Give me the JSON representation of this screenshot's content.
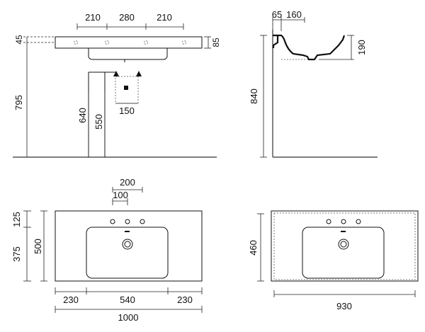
{
  "colors": {
    "line": "#111111",
    "dimension": "#222222",
    "background": "#ffffff"
  },
  "views": {
    "front": {
      "top_dims": [
        "210",
        "280",
        "210"
      ],
      "left_dims": [
        "45",
        "795"
      ],
      "right_dim": "85",
      "pedestal_dims": [
        "640",
        "550"
      ],
      "bottom_dim": "150"
    },
    "side": {
      "top_dims": [
        "65",
        "160"
      ],
      "right_dim": "190",
      "height_dim": "840"
    },
    "top_plan": {
      "top_dims": [
        "200",
        "100"
      ],
      "left_dims": [
        "125",
        "375"
      ],
      "left_total": "500",
      "bottom_dims": [
        "230",
        "540",
        "230"
      ],
      "bottom_total": "1000"
    },
    "cabinet_plan": {
      "left_dim": "460",
      "bottom_dim": "930"
    }
  }
}
